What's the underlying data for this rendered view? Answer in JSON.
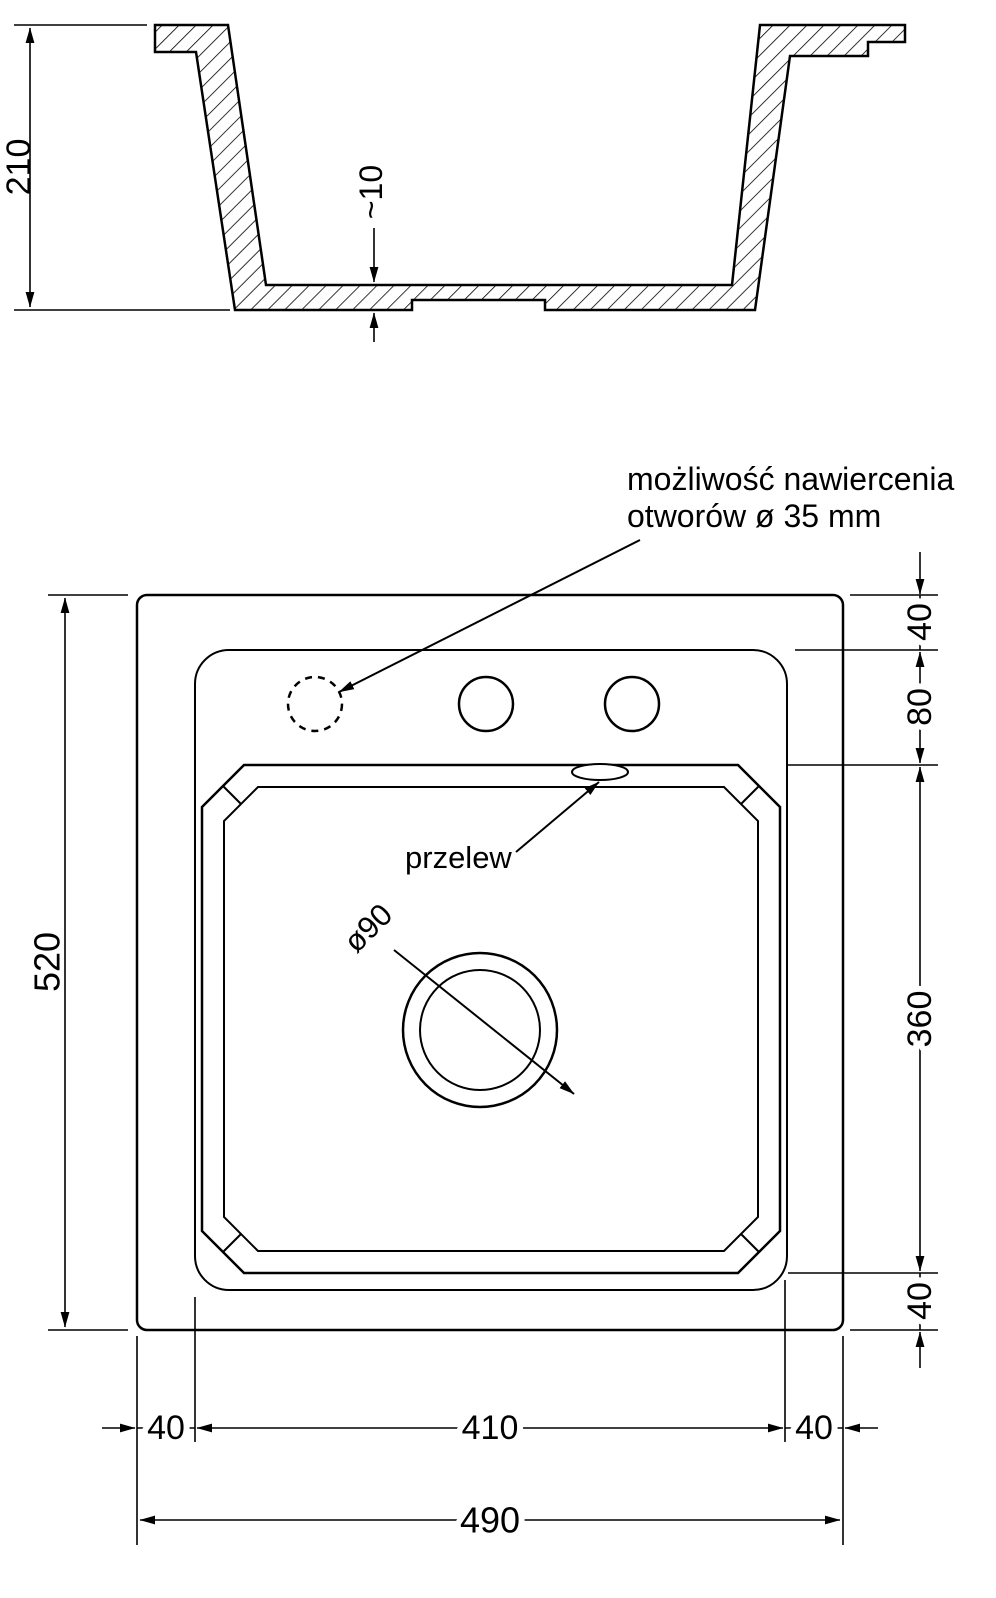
{
  "drawing": {
    "background": "#ffffff",
    "line_color": "#000000"
  },
  "section_view": {
    "dim_height": "210",
    "dim_bottom_thickness": "~10"
  },
  "top_view": {
    "note_line1": "możliwość nawiercenia",
    "note_line2": "otworów ø 35 mm",
    "label_overflow": "przelew",
    "label_drain": "ø90",
    "dim_total_depth": "520",
    "dim_rim_top": "40",
    "dim_holes_row": "80",
    "dim_basin_depth": "360",
    "dim_rim_bottom": "40",
    "dim_rim_left": "40",
    "dim_basin_width": "410",
    "dim_rim_right": "40",
    "dim_total_width": "490"
  }
}
